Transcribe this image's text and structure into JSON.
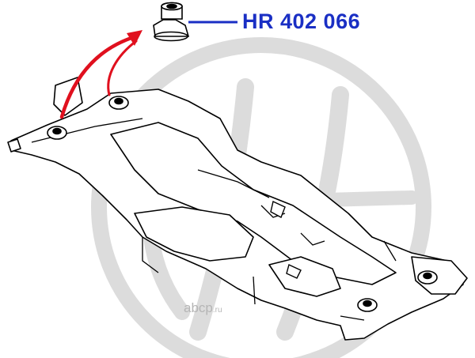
{
  "part": {
    "number": "HR 402 066"
  },
  "watermark": {
    "site": "abcp",
    "tld": ".ru"
  },
  "colors": {
    "label": "#1a2fc4",
    "leader": "#1a2fc4",
    "arrow": "#e0101e",
    "watermark": "#d9d9d9",
    "ink": "#000000"
  }
}
